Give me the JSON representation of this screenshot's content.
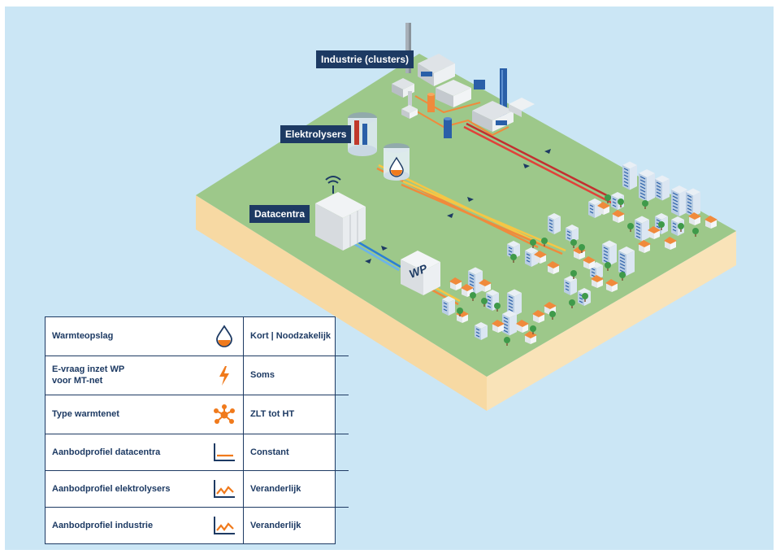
{
  "callouts": {
    "industrie": "Industrie (clusters)",
    "elektrolysers": "Elektrolysers",
    "datacentra": "Datacentra"
  },
  "heat_pump_label": "WP",
  "legend": {
    "rows": [
      {
        "label": "Warmteopslag",
        "icon": "drop-icon",
        "value": "Kort | Noodzakelijk"
      },
      {
        "label": "E-vraag inzet WP\nvoor MT-net",
        "icon": "lightning-icon",
        "value": "Soms"
      },
      {
        "label": "Type warmtenet",
        "icon": "network-icon",
        "value": "ZLT tot HT"
      },
      {
        "label": "Aanbodprofiel datacentra",
        "icon": "constant-profile-icon",
        "value": "Constant"
      },
      {
        "label": "Aanbodprofiel elektrolysers",
        "icon": "variable-profile-icon",
        "value": "Veranderlijk"
      },
      {
        "label": "Aanbodprofiel industrie",
        "icon": "variable-profile-icon",
        "value": "Veranderlijk"
      }
    ]
  },
  "colors": {
    "background": "#cbe6f5",
    "grass": "#9dc88a",
    "ground": "#f8deaa",
    "navy": "#1d3a63",
    "pipe_red": "#e0423a",
    "pipe_orange": "#f08a3c",
    "pipe_yellow": "#f6c644",
    "pipe_blue": "#2a7fd4",
    "icon_orange": "#f07a1c"
  }
}
